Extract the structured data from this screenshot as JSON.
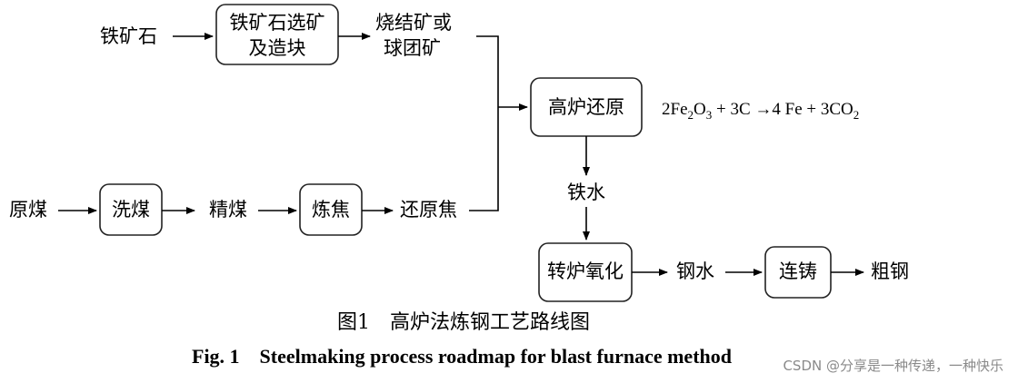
{
  "nodes": {
    "iron_ore": "铁矿石",
    "beneficiation_line1": "铁矿石选矿",
    "beneficiation_line2": "及造块",
    "sinter_line1": "烧结矿或",
    "sinter_line2": "球团矿",
    "blast_furnace": "高炉还原",
    "raw_coal": "原煤",
    "washing": "洗煤",
    "clean_coal": "精煤",
    "coking": "炼焦",
    "reducing_coke": "还原焦",
    "hot_metal": "铁水",
    "converter": "转炉氧化",
    "molten_steel": "钢水",
    "casting": "连铸",
    "crude_steel": "粗钢"
  },
  "equation": {
    "c1": "2Fe",
    "s1": "2",
    "c2": "O",
    "s2": "3",
    "c3": " + 3C ",
    "arrow": "→",
    "c4": "4 Fe + 3CO",
    "s3": "2"
  },
  "caption": {
    "cn": "图1　高炉法炼钢工艺路线图",
    "en": "Fig. 1　Steelmaking process roadmap for blast furnace method"
  },
  "watermark": "CSDN @分享是一种传递，一种快乐"
}
